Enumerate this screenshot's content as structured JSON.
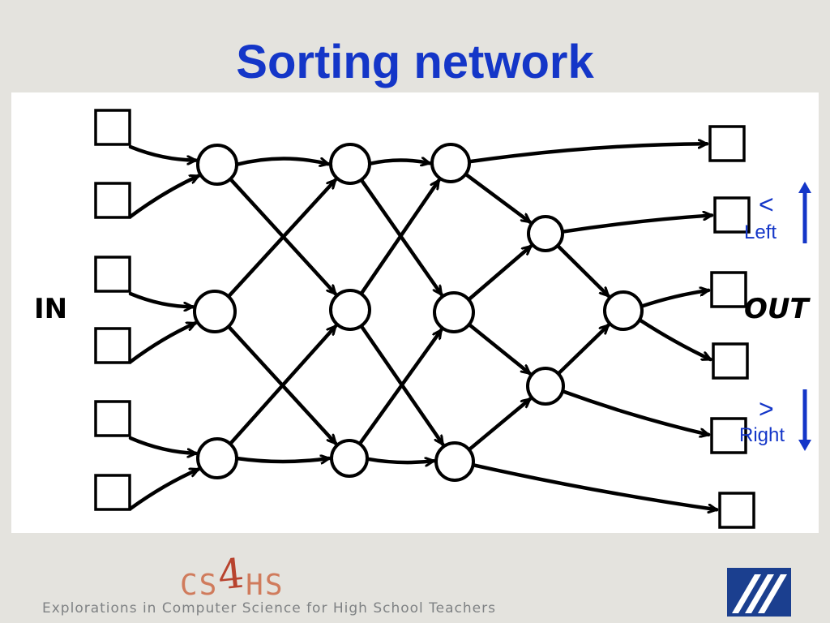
{
  "title": "Sorting network",
  "diagram": {
    "in_label": "IN",
    "out_label": "OUT",
    "inputs": 6,
    "outputs": 6,
    "comparator_count": 12
  },
  "legend": {
    "less_symbol": "<",
    "less_word": "Left",
    "greater_symbol": ">",
    "greater_word": "Right",
    "arrow_color": "#1436c8"
  },
  "footer": {
    "logo_prefix": "CS",
    "logo_digit": "4",
    "logo_suffix": "HS",
    "tagline": "Explorations in Computer Science for High School Teachers",
    "brand_color": "#d07b5c",
    "badge_icon": "university-logo-icon"
  },
  "colors": {
    "title": "#1436c8",
    "background": "#e4e3de",
    "panel": "#ffffff"
  }
}
